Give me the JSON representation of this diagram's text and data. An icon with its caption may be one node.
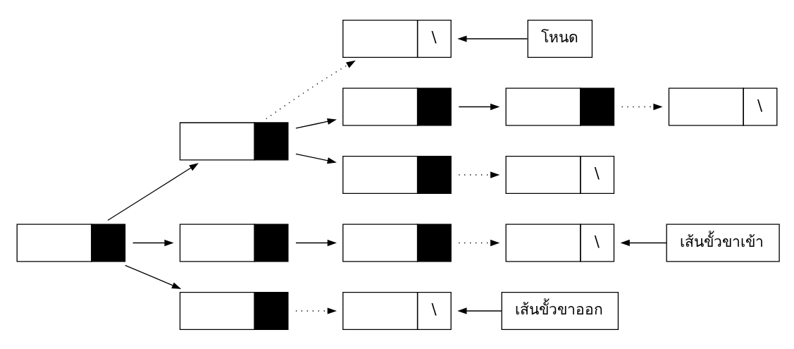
{
  "diagram": {
    "nodes": [
      {
        "text": [],
        "shape": "box"
      },
      {
        "text": [],
        "shape": "box"
      },
      {
        "text": [
          "\\"
        ]
      },
      {
        "text": [
          "โหนด"
        ]
      },
      {
        "text": [],
        "shape": "box"
      },
      {
        "text": [],
        "shape": "box"
      },
      {
        "text": [
          "\\"
        ]
      },
      {
        "text": [],
        "shape": "box"
      },
      {
        "text": [
          "\\"
        ]
      },
      {
        "text": [],
        "shape": "box"
      },
      {
        "text": [],
        "shape": "box"
      },
      {
        "text": [
          "\\"
        ]
      },
      {
        "text": [
          "เส้นขั้วขาเข้า"
        ]
      },
      {
        "text": [],
        "shape": "box"
      },
      {
        "text": [
          "\\"
        ]
      },
      {
        "text": [
          "เส้นขั้วขาออก"
        ]
      }
    ],
    "edges": [
      {
        "from": 0,
        "to": 1,
        "arrow": "to"
      },
      {
        "from": 1,
        "to": 2,
        "arrow": "to",
        "style": "dashed"
      },
      {
        "from": 3,
        "to": 2,
        "arrow": "to"
      },
      {
        "from": 1,
        "to": 4,
        "arrow": "to"
      },
      {
        "from": 4,
        "to": 5,
        "arrow": "to"
      },
      {
        "from": 5,
        "to": 6,
        "arrow": "to",
        "style": "dashed"
      },
      {
        "from": 1,
        "to": 7,
        "arrow": "to"
      },
      {
        "from": 7,
        "to": 8,
        "arrow": "to",
        "style": "dashed"
      },
      {
        "from": 0,
        "to": 9,
        "arrow": "to"
      },
      {
        "from": 9,
        "to": 10,
        "arrow": "to"
      },
      {
        "from": 10,
        "to": 11,
        "arrow": "to",
        "style": "dashed"
      },
      {
        "from": 12,
        "to": 11,
        "arrow": "to"
      },
      {
        "from": 0,
        "to": 13,
        "arrow": "to"
      },
      {
        "from": 13,
        "to": 14,
        "arrow": "to",
        "style": "dashed"
      },
      {
        "from": 15,
        "to": 14,
        "arrow": "to"
      }
    ]
  }
}
